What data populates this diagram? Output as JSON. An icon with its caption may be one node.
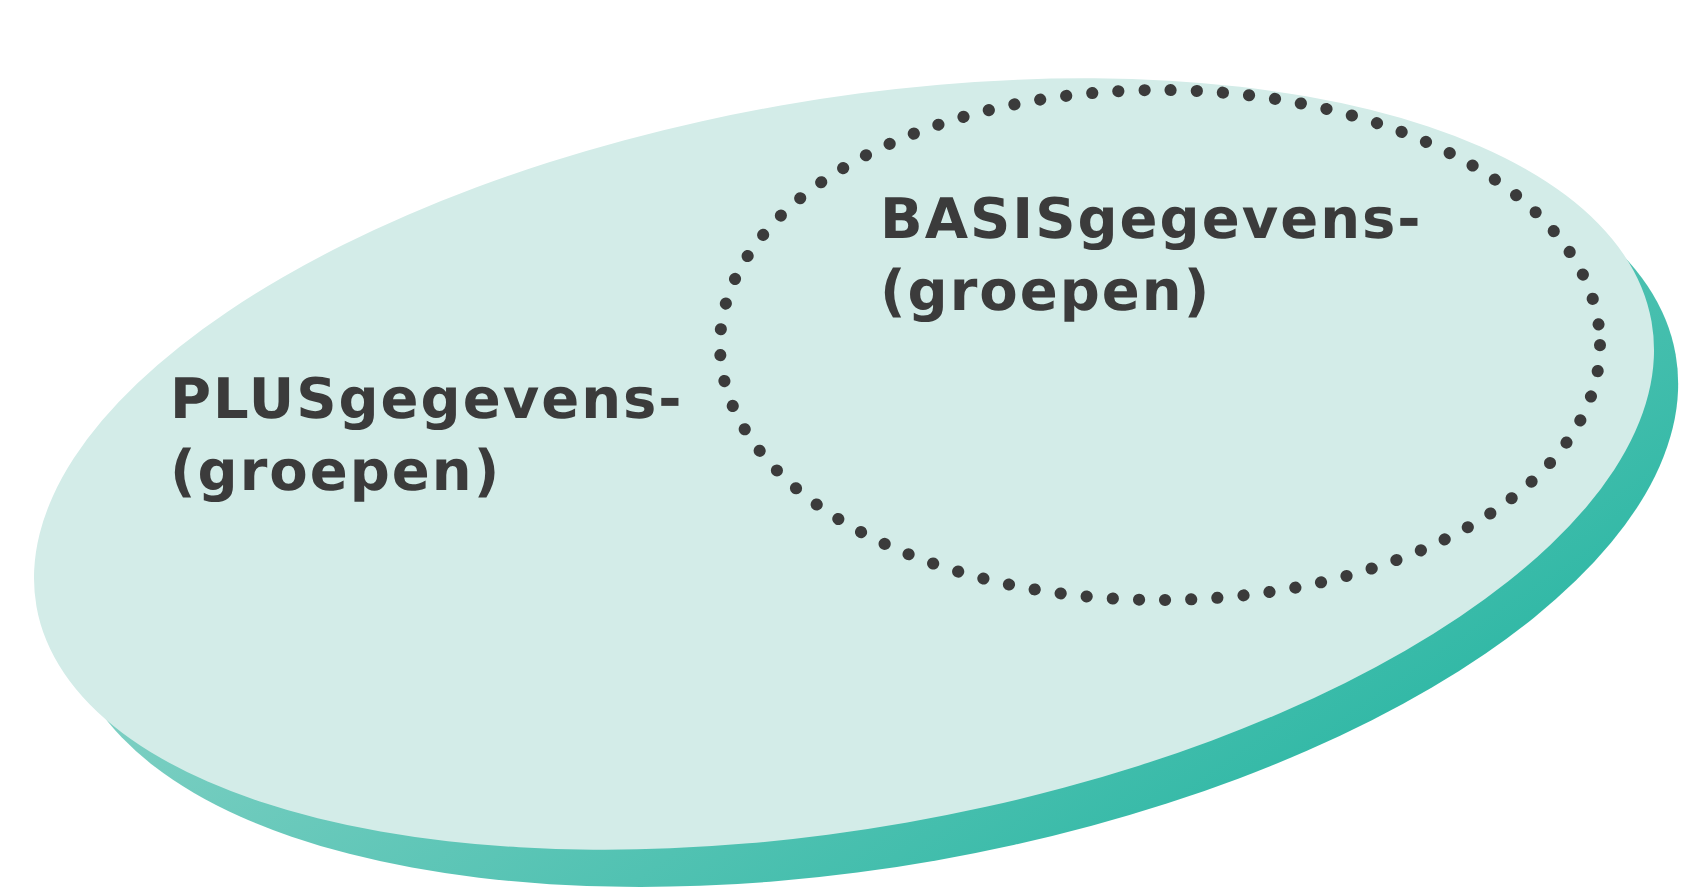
{
  "diagram": {
    "nodes": [
      {
        "text": [
          "PLUSgegevens- (groepen)"
        ]
      },
      {
        "text": [
          "BASISgegevens- (groepen)"
        ],
        "in": 0
      }
    ]
  }
}
